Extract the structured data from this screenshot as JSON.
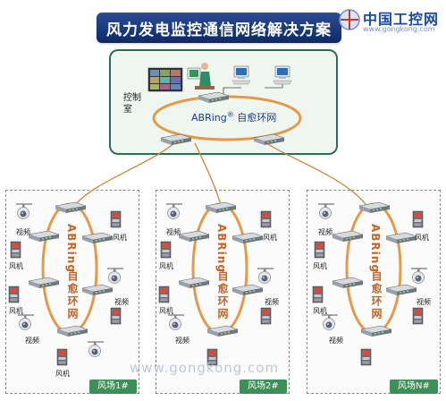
{
  "title": "风力发电监控通信网络解决方案",
  "logo": {
    "text": "中国工控网",
    "url": "www.gongkong.com"
  },
  "control_room": {
    "label": "控制室",
    "ring_label": "ABRing",
    "ring_suffix": "自愈环网",
    "reg_mark": "®"
  },
  "fields": [
    {
      "label": "风场1#",
      "ring_abring": "ABRing",
      "ring_cn": "自愈环网",
      "video": "视频",
      "turbine": "风机"
    },
    {
      "label": "风场2#",
      "ring_abring": "ABRing",
      "ring_cn": "自愈环网",
      "video": "视频",
      "turbine": "风机"
    },
    {
      "label": "风场N#",
      "ring_abring": "ABRing",
      "ring_cn": "自愈环网",
      "video": "视频",
      "turbine": "风机"
    }
  ],
  "watermark": "www.gongkong.com",
  "colors": {
    "title_bg": "#1b3a7a",
    "ring": "#e39a4a",
    "frame": "#2a6e56",
    "field_label_bg": "#3e8e58",
    "link": "#c9873a"
  }
}
